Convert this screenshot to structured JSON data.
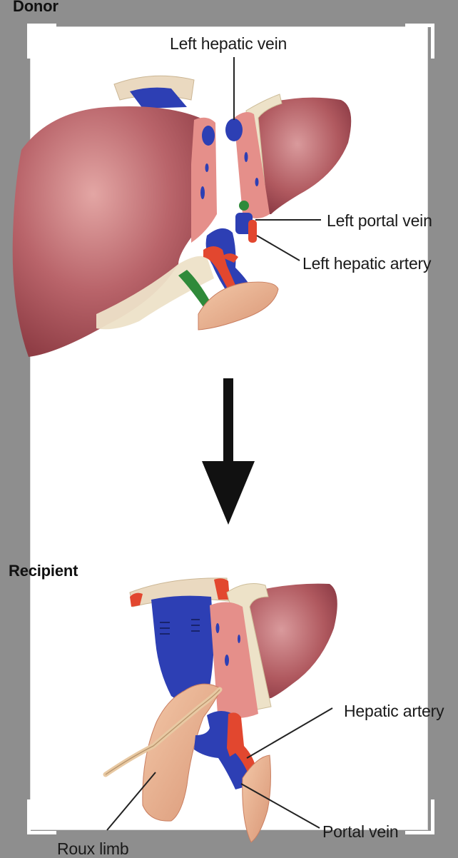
{
  "headings": {
    "donor": "Donor",
    "recipient": "Recipient"
  },
  "labels": {
    "left_hepatic_vein": "Left hepatic vein",
    "left_portal_vein": "Left portal vein",
    "left_hepatic_artery": "Left hepatic artery",
    "hepatic_artery": "Hepatic artery",
    "portal_vein": "Portal vein",
    "roux_limb": "Roux limb"
  },
  "colors": {
    "liver": "#b9646a",
    "liver_dark": "#8f3d45",
    "liver_cut": "#e58f8a",
    "vein": "#2d3fb4",
    "artery": "#e2472f",
    "bile_duct": "#2f8a3a",
    "capsule": "#ede2c8",
    "bowel": "#e9b594",
    "frame_bg": "#8e8e8e"
  }
}
